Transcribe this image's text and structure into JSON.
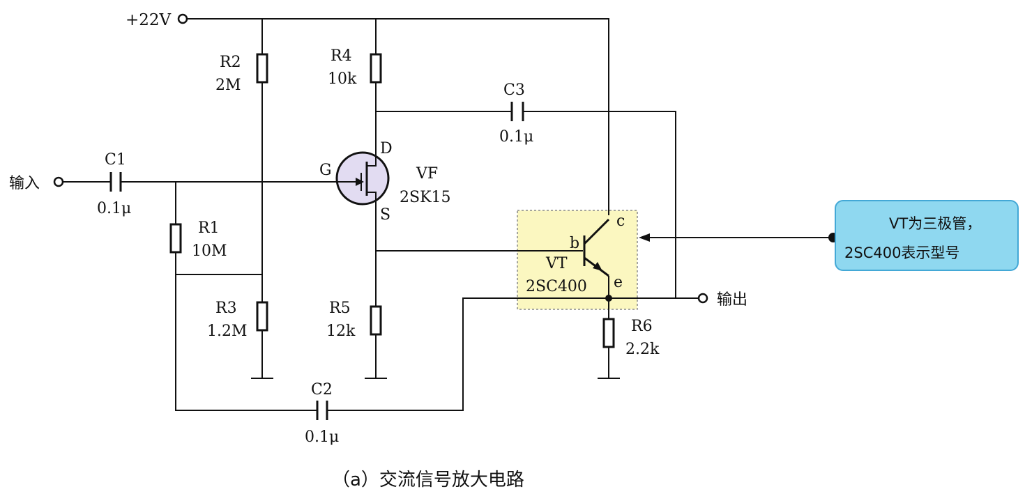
{
  "diagram": {
    "caption": "（a）交流信号放大电路",
    "supply": "+22V",
    "input_label": "输入",
    "output_label": "输出",
    "components": {
      "C1": {
        "name": "C1",
        "value": "0.1μ"
      },
      "C2": {
        "name": "C2",
        "value": "0.1μ"
      },
      "C3": {
        "name": "C3",
        "value": "0.1μ"
      },
      "R1": {
        "name": "R1",
        "value": "10M"
      },
      "R2": {
        "name": "R2",
        "value": "2M"
      },
      "R3": {
        "name": "R3",
        "value": "1.2M"
      },
      "R4": {
        "name": "R4",
        "value": "10k"
      },
      "R5": {
        "name": "R5",
        "value": "12k"
      },
      "R6": {
        "name": "R6",
        "value": "2.2k"
      },
      "VF": {
        "name": "VF",
        "model": "2SK15",
        "gate": "G",
        "drain": "D",
        "source": "S"
      },
      "VT": {
        "name": "VT",
        "model": "2SC400",
        "base": "b",
        "collector": "c",
        "emitter": "e"
      }
    },
    "callout": {
      "line1": "VT为三极管，",
      "line2": "2SC400表示型号",
      "fill": "#8fd8f0",
      "border": "#43a8d6"
    },
    "highlight_color": "#fbf7c0"
  }
}
